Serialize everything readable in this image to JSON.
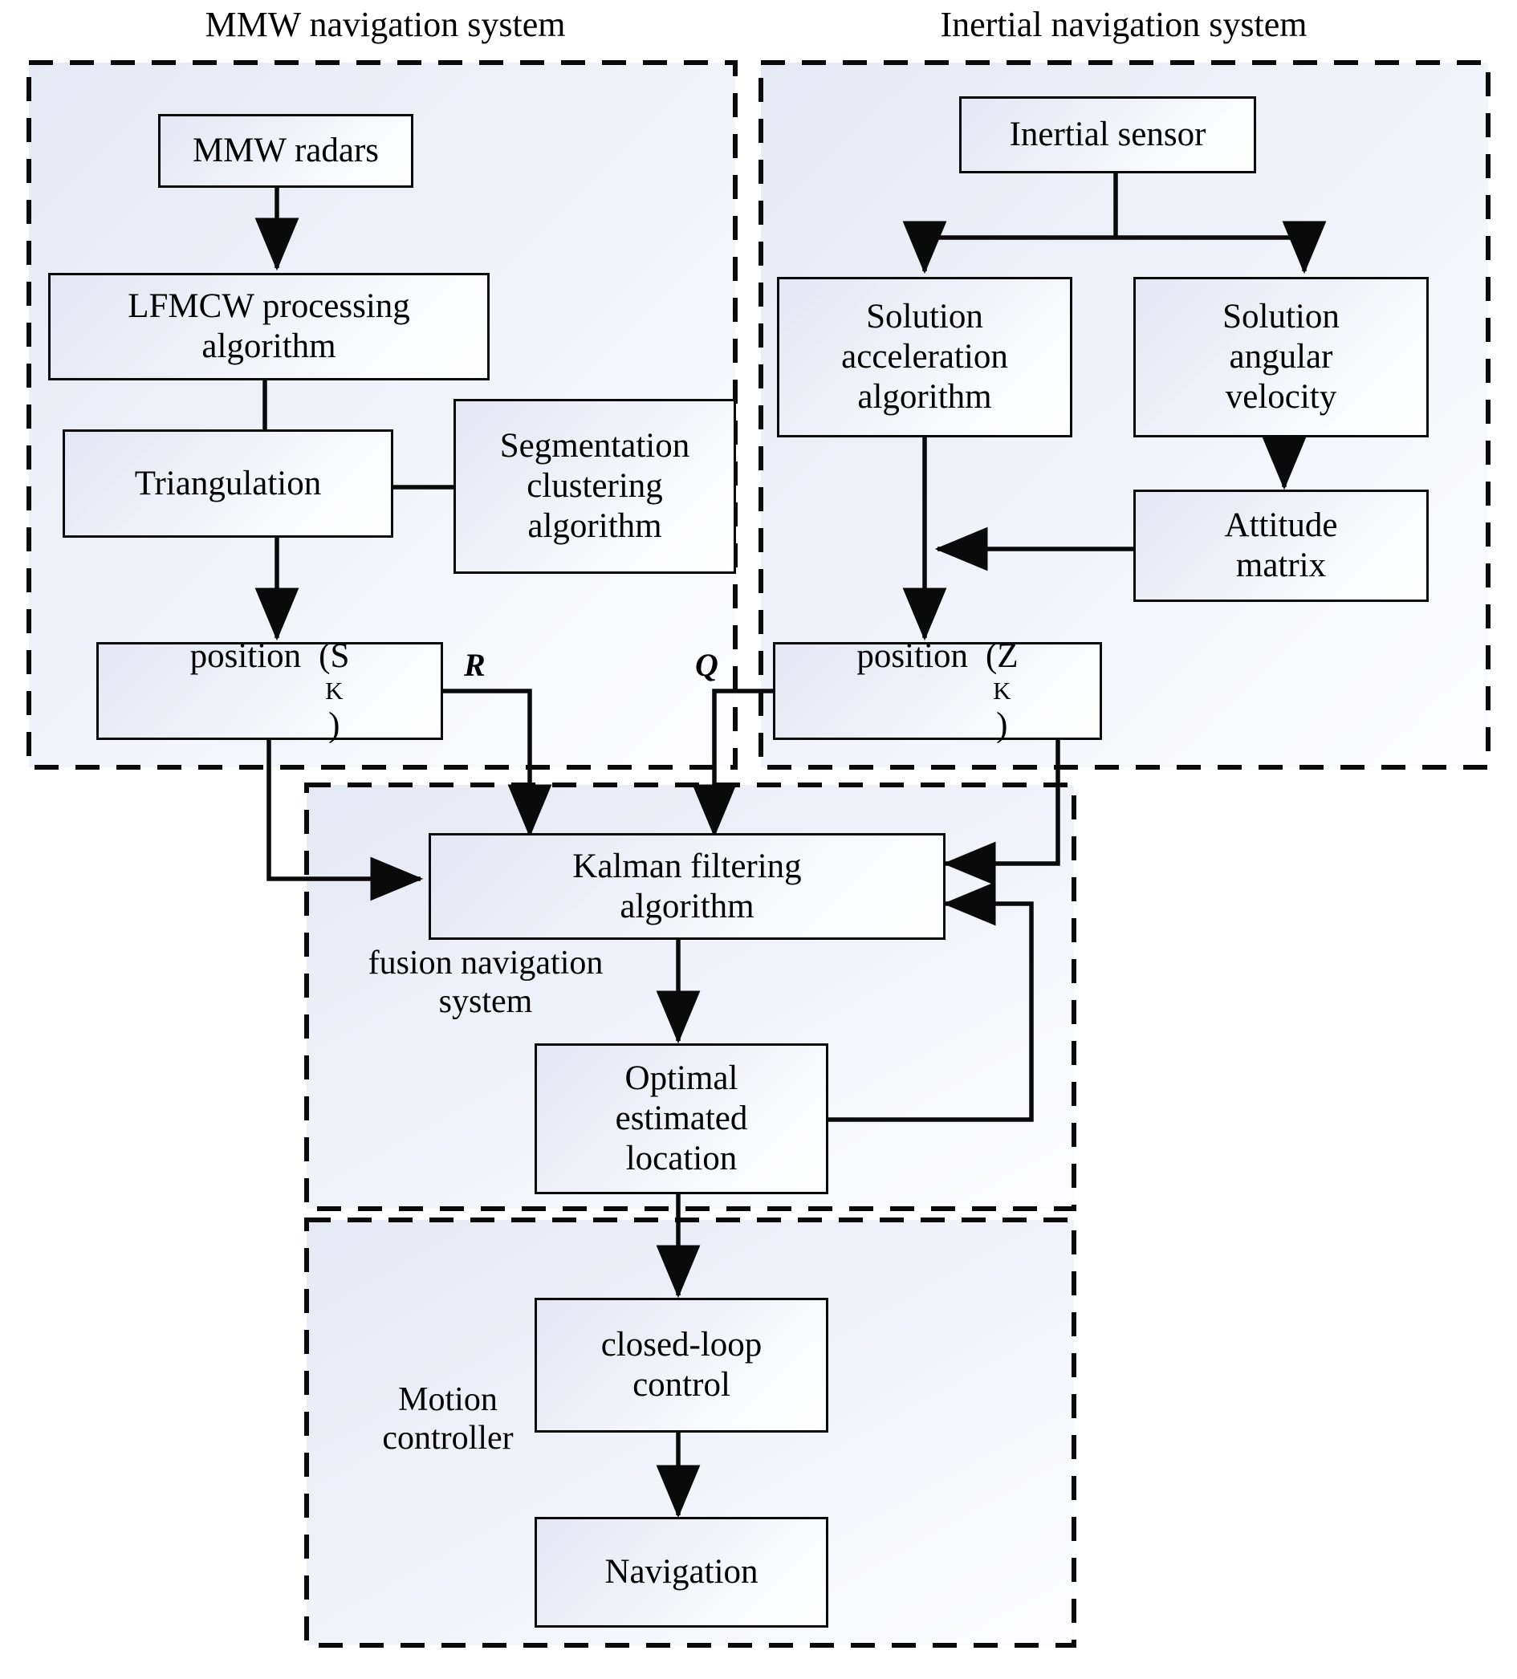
{
  "figure": {
    "type": "block-diagram",
    "title_top_left": "MMW navigation system",
    "title_top_right": "Inertial navigation system"
  },
  "panels": [
    {
      "id": "mmw",
      "label": "MMW navigation system",
      "label_position": "above-outside"
    },
    {
      "id": "inertial",
      "label": "Inertial navigation system",
      "label_position": "above-outside"
    },
    {
      "id": "fusion",
      "label_line1": "fusion navigation",
      "label_line2": "system",
      "label_position": "inside-left"
    },
    {
      "id": "motion",
      "label_line1": "Motion",
      "label_line2": "controller",
      "label_position": "inside-left"
    }
  ],
  "nodes": {
    "mmw_radars": {
      "text": "MMW radars"
    },
    "lfmcw": {
      "line1": "LFMCW processing",
      "line2": "algorithm"
    },
    "triangulation": {
      "text": "Triangulation"
    },
    "segmentation": {
      "line1": "Segmentation",
      "line2": "clustering",
      "line3": "algorithm"
    },
    "position_sk": {
      "text": "position",
      "symbol": "(S",
      "symbol_sub": "K",
      "symbol_close": ")"
    },
    "inertial_sensor": {
      "text": "Inertial sensor"
    },
    "solution_accel": {
      "line1": "Solution",
      "line2": "acceleration",
      "line3": "algorithm"
    },
    "solution_angular": {
      "line1": "Solution",
      "line2": "angular",
      "line3": "velocity"
    },
    "attitude_matrix": {
      "line1": "Attitude",
      "line2": "matrix"
    },
    "position_zk": {
      "text": "position",
      "symbol": "(Z",
      "symbol_sub": "K",
      "symbol_close": ")"
    },
    "kalman": {
      "line1": "Kalman filtering",
      "line2": "algorithm"
    },
    "optimal": {
      "line1": "Optimal",
      "line2": "estimated",
      "line3": "location"
    },
    "closed_loop": {
      "line1": "closed-loop",
      "line2": "control"
    },
    "navigation": {
      "text": "Navigation"
    }
  },
  "edge_labels": {
    "R": "R",
    "Q": "Q"
  },
  "edges": [
    {
      "from": "mmw_radars",
      "to": "lfmcw",
      "label": ""
    },
    {
      "from": "lfmcw",
      "to": "triangulation",
      "label": ""
    },
    {
      "from": "segmentation",
      "to": "triangulation",
      "label": ""
    },
    {
      "from": "triangulation",
      "to": "position_sk",
      "label": ""
    },
    {
      "from": "position_sk",
      "to": "kalman",
      "label": "R"
    },
    {
      "from": "position_sk",
      "to": "kalman",
      "label": ""
    },
    {
      "from": "inertial_sensor",
      "to": "solution_accel",
      "label": ""
    },
    {
      "from": "inertial_sensor",
      "to": "solution_angular",
      "label": ""
    },
    {
      "from": "solution_angular",
      "to": "attitude_matrix",
      "label": ""
    },
    {
      "from": "attitude_matrix",
      "to": "solution_accel",
      "label": ""
    },
    {
      "from": "solution_accel",
      "to": "position_zk",
      "label": ""
    },
    {
      "from": "position_zk",
      "to": "kalman",
      "label": "Q"
    },
    {
      "from": "position_zk",
      "to": "kalman",
      "label": ""
    },
    {
      "from": "kalman",
      "to": "optimal",
      "label": ""
    },
    {
      "from": "optimal",
      "to": "kalman",
      "label": ""
    },
    {
      "from": "optimal",
      "to": "closed_loop",
      "label": ""
    },
    {
      "from": "closed_loop",
      "to": "navigation",
      "label": ""
    }
  ],
  "colors": {
    "stroke": "#0a0a0a",
    "box_fill_start": "#e4e7f2",
    "box_fill_end": "#ffffff",
    "panel_fill_start": "#e7eaf3",
    "panel_fill_end": "#fdfdff",
    "text": "#000000",
    "background": "#ffffff"
  }
}
